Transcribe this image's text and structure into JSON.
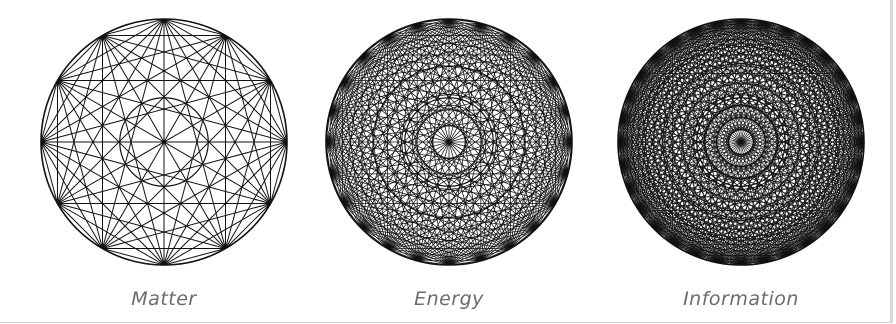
{
  "figures": [
    {
      "label": "Matter"
    },
    {
      "label": "Energy"
    },
    {
      "label": "Information"
    }
  ]
}
